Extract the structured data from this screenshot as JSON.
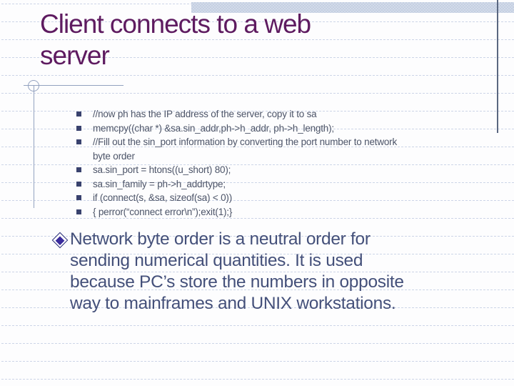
{
  "slide": {
    "title": "Client connects to a web\nserver",
    "code_bullets": [
      "//now ph has the IP address of the server, copy it to sa",
      "memcpy((char *) &sa.sin_addr,ph->h_addr, ph->h_length);",
      "//Fill out the sin_port information by converting the port number to network\nbyte order",
      "sa.sin_port = htons((u_short) 80);",
      "sa.sin_family = ph->h_addrtype;",
      "if (connect(s, &sa, sizeof(sa) < 0))",
      "{ perror(“connect error\\n”);exit(1);}"
    ],
    "body_bullet": "Network byte order is a neutral order for\nsending numerical quantities. It is used\nbecause PC’s store the numbers in opposite\nway to mainframes and UNIX workstations.",
    "colors": {
      "title": "#5e1b60",
      "code_text": "#4c5468",
      "body_text": "#44507a",
      "bullet_square": "#39426e",
      "diamond": "#3a2b9c",
      "band": "#ccd4e5",
      "accent_line": "#5a6780"
    }
  }
}
